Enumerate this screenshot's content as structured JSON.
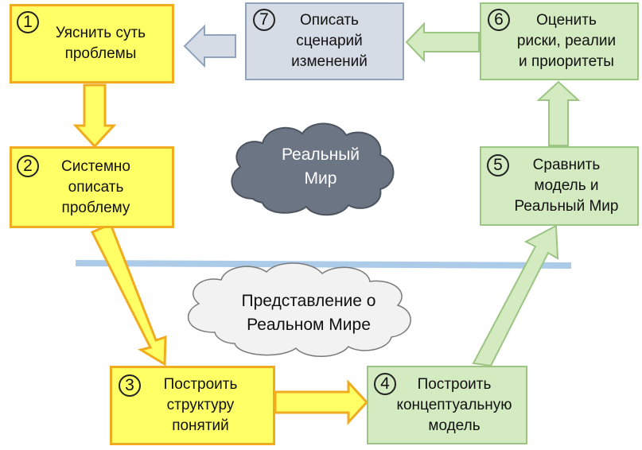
{
  "boxes": {
    "b1": {
      "num": "1",
      "label": "Уяснить суть\nпроблемы"
    },
    "b2": {
      "num": "2",
      "label": "Системно\nописать\nпроблему"
    },
    "b3": {
      "num": "3",
      "label": "Построить\nструктуру\nпонятий"
    },
    "b4": {
      "num": "4",
      "label": "Построить\nконцептуальную\nмодель"
    },
    "b5": {
      "num": "5",
      "label": "Сравнить\nмодель и\nРеальный Мир"
    },
    "b6": {
      "num": "6",
      "label": "Оценить\nриски, реалии\nи приоритеты"
    },
    "b7": {
      "num": "7",
      "label": "Описать\nсценарий\nизменений"
    }
  },
  "clouds": {
    "real_world": "Реальный\nМир",
    "representation": "Представление о\nРеальном Мире"
  },
  "colors": {
    "yellow_fill": "#ffff66",
    "yellow_border": "#f0ab1e",
    "green_fill": "#d4ebc2",
    "green_border": "#9cc583",
    "blue_fill": "#d6dce5",
    "blue_border": "#8fa3bd",
    "dark_cloud": "#6b7584",
    "light_cloud": "#f2f2f2",
    "divider": "#9dc3e6"
  }
}
